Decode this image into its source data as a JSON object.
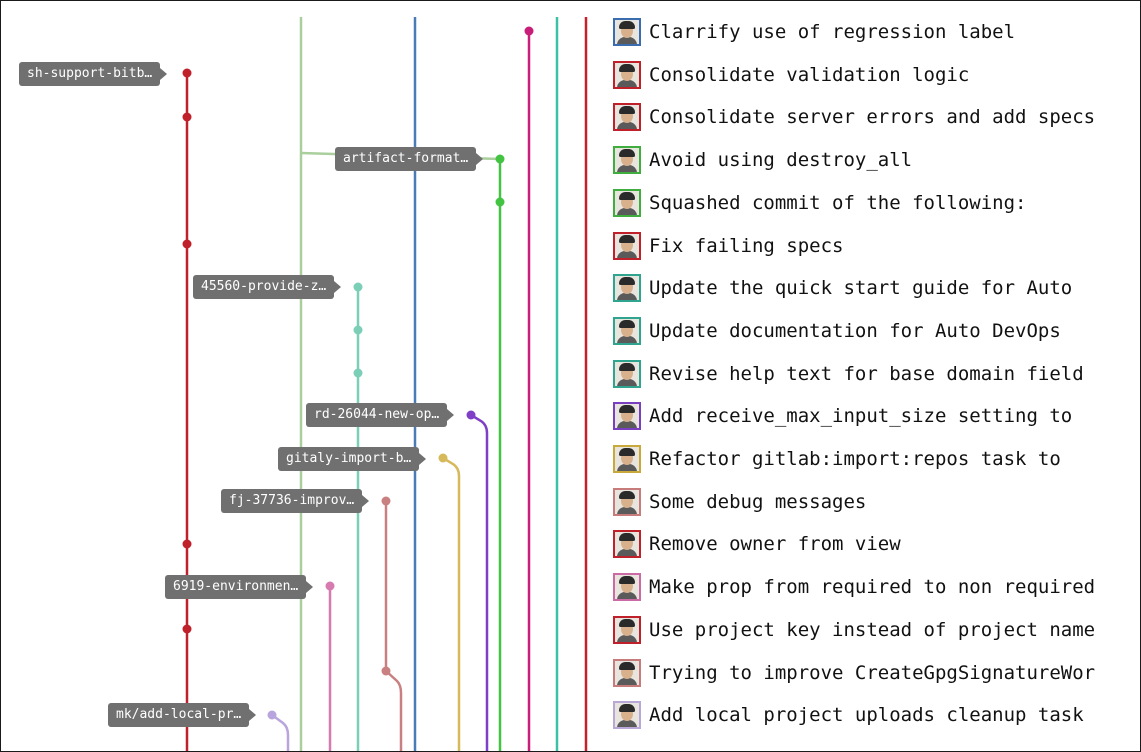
{
  "branch_labels": [
    "sh-support-bitb…",
    "artifact-format…",
    "45560-provide-z…",
    "rd-26044-new-op…",
    "gitaly-import-b…",
    "fj-37736-improv…",
    "6919-environmen…",
    "mk/add-local-pr…"
  ],
  "commits": [
    {
      "message": "Clarrify use of regression label",
      "avatar": "author-avatar-icon",
      "border_color": "#3a6db0"
    },
    {
      "message": "Consolidate validation logic",
      "avatar": "author-avatar-icon",
      "border_color": "#c0202a"
    },
    {
      "message": "Consolidate server errors and add specs",
      "avatar": "author-avatar-icon",
      "border_color": "#c0202a"
    },
    {
      "message": "Avoid using destroy_all",
      "avatar": "author-avatar-icon",
      "border_color": "#3fae3f"
    },
    {
      "message": "Squashed commit of the following:",
      "avatar": "author-avatar-icon",
      "border_color": "#3fae3f"
    },
    {
      "message": "Fix failing specs",
      "avatar": "author-avatar-icon",
      "border_color": "#c0202a"
    },
    {
      "message": "Update the quick start guide for Auto",
      "avatar": "author-avatar-icon",
      "border_color": "#2fa58f"
    },
    {
      "message": "Update documentation for Auto DevOps",
      "avatar": "author-avatar-icon",
      "border_color": "#2fa58f"
    },
    {
      "message": "Revise help text for base domain field",
      "avatar": "author-avatar-icon",
      "border_color": "#2fa58f"
    },
    {
      "message": "Add receive_max_input_size setting to",
      "avatar": "author-avatar-icon",
      "border_color": "#7a3fc0"
    },
    {
      "message": "Refactor gitlab:import:repos task to",
      "avatar": "author-avatar-icon",
      "border_color": "#c9a93a"
    },
    {
      "message": "Some debug messages",
      "avatar": "author-avatar-icon",
      "border_color": "#c77b7b"
    },
    {
      "message": "Remove owner from view",
      "avatar": "author-avatar-icon",
      "border_color": "#c0202a"
    },
    {
      "message": "Make prop from required to non required",
      "avatar": "author-avatar-icon",
      "border_color": "#cc6aa6"
    },
    {
      "message": "Use project key instead of project name",
      "avatar": "author-avatar-icon",
      "border_color": "#c0202a"
    },
    {
      "message": "Trying to improve CreateGpgSignatureWor",
      "avatar": "author-avatar-icon",
      "border_color": "#c77b7b"
    },
    {
      "message": "Add local project uploads cleanup task",
      "avatar": "author-avatar-icon",
      "border_color": "#b9a7d8"
    }
  ],
  "colors": {
    "red": "#c0202a",
    "light_green": "#a9cf9c",
    "blue": "#4a7bb7",
    "magenta": "#c81e7a",
    "teal": "#3cc1a4",
    "dark_red": "#c8202a",
    "green": "#42c442",
    "mint": "#7ccfb7",
    "purple": "#7f3fc7",
    "yellow": "#d6b95a",
    "rose": "#c98080",
    "pink": "#d67aaf",
    "lavender": "#b9a5dd"
  }
}
